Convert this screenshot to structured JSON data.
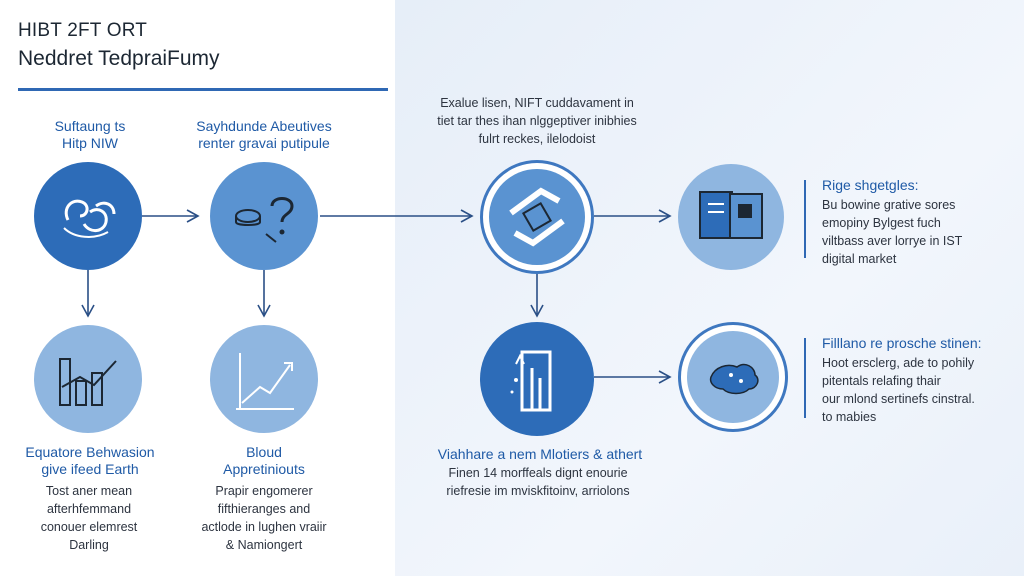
{
  "header": {
    "line1": "HIBT 2FT ORT",
    "line2": "Neddret TedpraiFumy"
  },
  "nodes": {
    "top_left_label": [
      "Suftaung ts",
      "Hitp NIW"
    ],
    "top_mid_label": [
      "Sayhdunde Abeutives",
      "renter gravai putipule"
    ],
    "top_center_text": [
      "Exalue lisen, NIFT cuddavament in",
      "tiet tar thes ihan nlggeptiver inibhies",
      "fulrt reckes, ilelodoist"
    ],
    "right_top_title": "Rige shgetgles:",
    "right_top_text": [
      "Bu bowine grative sores",
      "emopiny Bylgest fuch",
      "viltbass aver lorrye in IST",
      "digital market"
    ],
    "right_bottom_title": "Filllano re prosche stinen:",
    "right_bottom_text": [
      "Hoot ersclerg, ade to pohily",
      "pitentals relafing thair",
      "our mlond sertinefs cinstral.",
      "to mabies"
    ],
    "bottom_left_title": [
      "Equatore Behwasion",
      "give ifeed Earth"
    ],
    "bottom_left_text": [
      "Tost aner mean",
      "afterhfemmand",
      "conouer elemrest",
      "Darling"
    ],
    "bottom_mid_title": [
      "Bloud",
      "Appretiniouts"
    ],
    "bottom_mid_text": [
      "Prapir engomerer",
      "fifthieranges and",
      "actlode in lughen vraiir",
      "& Namiongert"
    ],
    "bottom_center_title": "Viahhare a nem Mlotiers & athert",
    "bottom_center_text": [
      "Finen 14 morffeals dignt enourie",
      "riefresie im mviskfitoinv, arriolons"
    ]
  },
  "icons": {
    "node1": "swirl-icon",
    "node2": "coins-question-icon",
    "node3": "exchange-arrows-icon",
    "node4": "booklet-icon",
    "node5": "line-chart-icon",
    "node6": "growth-chart-icon",
    "node7": "building-sparkle-icon",
    "node8": "world-map-icon"
  },
  "colors": {
    "accent": "#2f68b4",
    "dark_circle": "#2d6cb8",
    "mid_circle": "#5a93d1",
    "light_circle": "#8fb6e0",
    "label_blue": "#1f5aa6"
  }
}
